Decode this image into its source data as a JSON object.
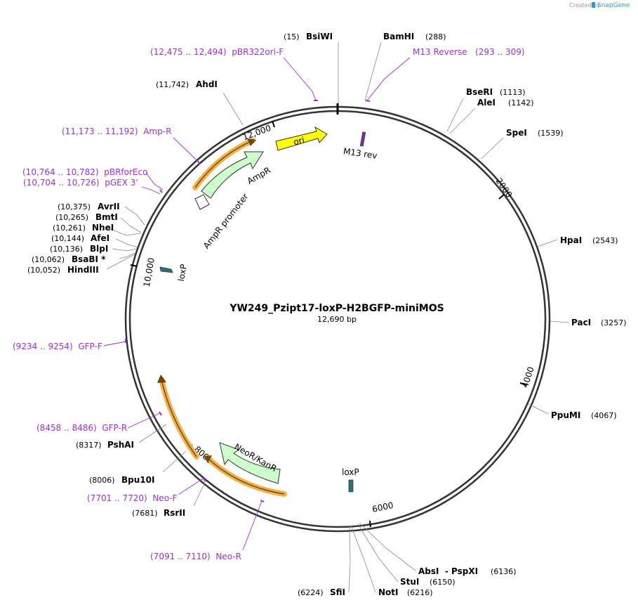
{
  "watermark": "Created by",
  "brand": "SnapGene",
  "title": "YW249_Pzipt17-loxP-H2BGFP-miniMOS",
  "length_label": "12,690 bp",
  "colors": {
    "primer": "#9b30d9",
    "ori": "#ffff00",
    "ampr": "#ccffcc",
    "neor": "#ccffcc",
    "loxp": "#2f6f78",
    "gold": "#f5b04a",
    "brand": "#3399cc"
  },
  "sites": [
    {
      "pos": "(15)",
      "name": "BsiWI"
    },
    {
      "pos": "(288)",
      "name": "BamHI"
    },
    {
      "pos": "(11,742)",
      "name": "AhdI"
    },
    {
      "pos": "(1113)",
      "name": "BseRI"
    },
    {
      "pos": "(1142)",
      "name": "AleI"
    },
    {
      "pos": "(1539)",
      "name": "SpeI"
    },
    {
      "pos": "(2543)",
      "name": "HpaI"
    },
    {
      "pos": "(3257)",
      "name": "PacI"
    },
    {
      "pos": "(4067)",
      "name": "PpuMI"
    },
    {
      "pos": "(6136)",
      "name": "AbsI  - PspXI"
    },
    {
      "pos": "(6150)",
      "name": "StuI"
    },
    {
      "pos": "(6216)",
      "name": "NotI"
    },
    {
      "pos": "(6224)",
      "name": "SfiI"
    },
    {
      "pos": "(7681)",
      "name": "RsrII"
    },
    {
      "pos": "(8006)",
      "name": "Bpu10I"
    },
    {
      "pos": "(8317)",
      "name": "PshAI"
    },
    {
      "pos": "(10,375)",
      "name": "AvrII"
    },
    {
      "pos": "(10,265)",
      "name": "BmtI"
    },
    {
      "pos": "(10,261)",
      "name": "NheI"
    },
    {
      "pos": "(10,144)",
      "name": "AfeI"
    },
    {
      "pos": "(10,136)",
      "name": "BlpI"
    },
    {
      "pos": "(10,062)",
      "name": "BsaBI *"
    },
    {
      "pos": "(10,052)",
      "name": "HindIII"
    }
  ],
  "primers": [
    {
      "label": "(12,475 .. 12,494)  pBR322ori-F"
    },
    {
      "label": "M13 Reverse   (293 .. 309)"
    },
    {
      "label": "(11,173 .. 11,192)  Amp-R"
    },
    {
      "label": "(10,764 .. 10,782)  pBRforEco"
    },
    {
      "label": "(10,704 .. 10,726)  pGEX 3'"
    },
    {
      "label": "(9234 .. 9254)  GFP-F"
    },
    {
      "label": "(8458 .. 8486)  GFP-R"
    },
    {
      "label": "(7701 .. 7720)  Neo-F"
    },
    {
      "label": "(7091 .. 7110)  Neo-R"
    }
  ],
  "features": {
    "ori": "ori",
    "ampr": "AmpR",
    "ampr_promoter": "AmpR promoter",
    "neor": "NeoR/KanR",
    "m13rev": "M13 rev",
    "loxp_top": "loxP",
    "loxp_bottom": "loxP"
  },
  "ticks": [
    "12,000",
    "2000",
    "4000",
    "6000",
    "8000",
    "10,000"
  ]
}
